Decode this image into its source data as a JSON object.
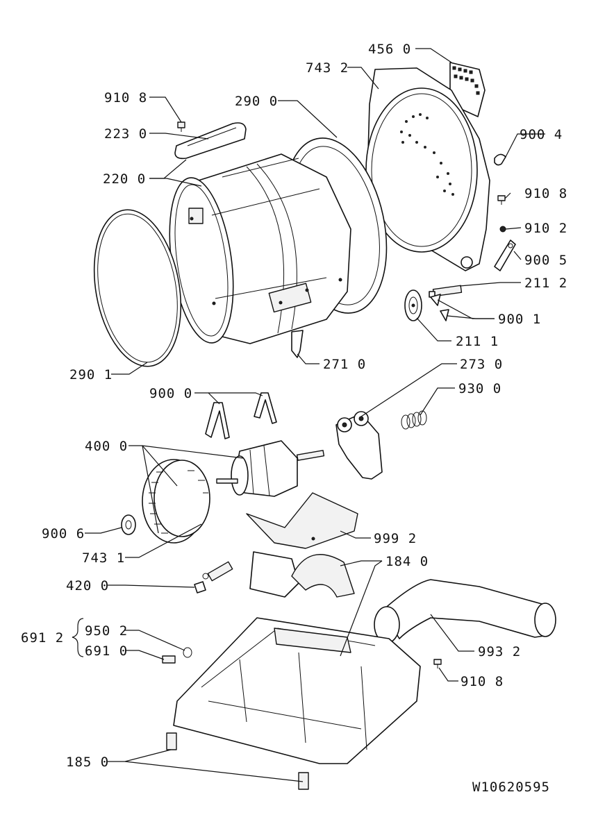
{
  "doc_code": "W10620595",
  "bracket_group_label": "691 2",
  "labels": {
    "l4560": "456 0",
    "l7432": "743 2",
    "l9108a": "910 8",
    "l2900": "290 0",
    "l2230": "223 0",
    "l9004": "900 4",
    "l2200": "220 0",
    "l9108b": "910 8",
    "l9102": "910 2",
    "l9005": "900 5",
    "l2112": "211 2",
    "l9001": "900 1",
    "l2111": "211 1",
    "l2901": "290 1",
    "l2710": "271 0",
    "l2730": "273 0",
    "l9000": "900 0",
    "l9300": "930 0",
    "l4000": "400 0",
    "l9992": "999 2",
    "l9006": "900 6",
    "l7431": "743 1",
    "l1840": "184 0",
    "l4200": "420 0",
    "l9502": "950 2",
    "l6910": "691 0",
    "l9932": "993 2",
    "l9108c": "910 8",
    "l1850": "185 0"
  }
}
